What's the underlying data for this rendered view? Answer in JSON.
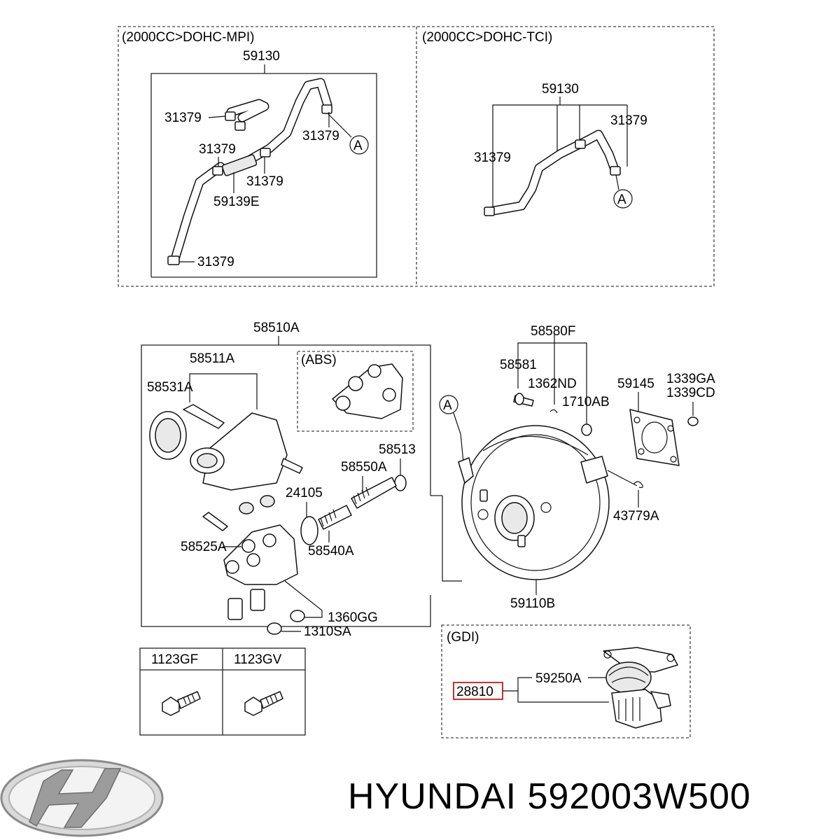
{
  "title": {
    "brand": "HYUNDAI",
    "part_number": "592003W500"
  },
  "sections": {
    "mpi": "(2000CC>DOHC-MPI)",
    "tci": "(2000CC>DOHC-TCI)",
    "abs": "(ABS)",
    "gdi": "(GDI)"
  },
  "labels": {
    "mpi_59130": "59130",
    "mpi_31379_a": "31379",
    "mpi_31379_b": "31379",
    "mpi_31379_c": "31379",
    "mpi_31379_d": "31379",
    "mpi_31379_e": "31379",
    "mpi_59139e": "59139E",
    "mpi_ref_a": "A",
    "tci_59130": "59130",
    "tci_31379_a": "31379",
    "tci_31379_b": "31379",
    "tci_ref_a": "A",
    "p58510a": "58510A",
    "p58511a": "58511A",
    "p58531a": "58531A",
    "p58513": "58513",
    "p58550a": "58550A",
    "p24105": "24105",
    "p58525a": "58525A",
    "p58540a": "58540A",
    "p1360gg": "1360GG",
    "p1310sa": "1310SA",
    "p58580f": "58580F",
    "p58581": "58581",
    "p1362nd": "1362ND",
    "p1710ab": "1710AB",
    "p59145": "59145",
    "p1339ga": "1339GA",
    "p1339cd": "1339CD",
    "p43779a": "43779A",
    "p59110b": "59110B",
    "booster_ref_a": "A",
    "p59250a": "59250A",
    "p28810": "28810"
  },
  "bolts_table": {
    "headers": [
      "1123GF",
      "1123GV"
    ]
  },
  "colors": {
    "highlight": "#d0302a",
    "line": "#111111"
  },
  "icons": {
    "logo": "hyundai-logo"
  }
}
